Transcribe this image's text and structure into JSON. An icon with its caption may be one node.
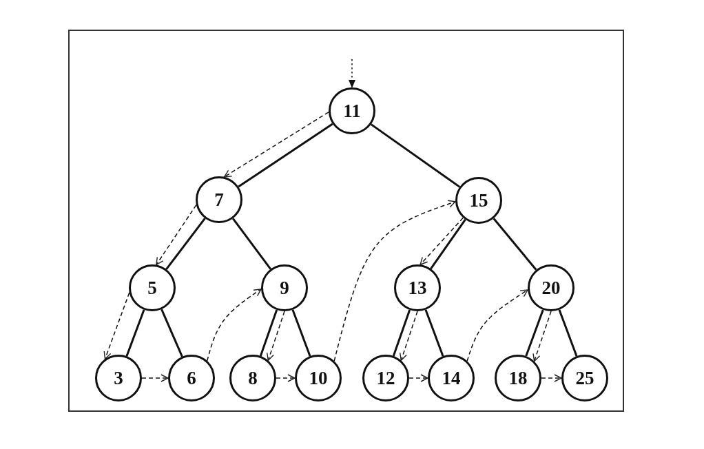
{
  "diagram": {
    "nodes": [
      {
        "text": [
          "11"
        ]
      },
      {
        "text": [
          "7"
        ]
      },
      {
        "text": [
          "15"
        ]
      },
      {
        "text": [
          "5"
        ]
      },
      {
        "text": [
          "9"
        ]
      },
      {
        "text": [
          "13"
        ]
      },
      {
        "text": [
          "20"
        ]
      },
      {
        "text": [
          "3"
        ]
      },
      {
        "text": [
          "6"
        ]
      },
      {
        "text": [
          "8"
        ]
      },
      {
        "text": [
          "10"
        ]
      },
      {
        "text": [
          "12"
        ]
      },
      {
        "text": [
          "14"
        ]
      },
      {
        "text": [
          "18"
        ]
      },
      {
        "text": [
          "25"
        ]
      }
    ],
    "edges": [
      {
        "from": null,
        "to": 0,
        "arrow": "to",
        "style": "dashed"
      },
      {
        "from": 0,
        "to": 1,
        "arrow": "none"
      },
      {
        "from": 0,
        "to": 2,
        "arrow": "none"
      },
      {
        "from": 1,
        "to": 3,
        "arrow": "none"
      },
      {
        "from": 1,
        "to": 4,
        "arrow": "none"
      },
      {
        "from": 2,
        "to": 5,
        "arrow": "none"
      },
      {
        "from": 2,
        "to": 6,
        "arrow": "none"
      },
      {
        "from": 3,
        "to": 7,
        "arrow": "none"
      },
      {
        "from": 3,
        "to": 8,
        "arrow": "none"
      },
      {
        "from": 4,
        "to": 9,
        "arrow": "none"
      },
      {
        "from": 4,
        "to": 10,
        "arrow": "none"
      },
      {
        "from": 5,
        "to": 11,
        "arrow": "none"
      },
      {
        "from": 5,
        "to": 12,
        "arrow": "none"
      },
      {
        "from": 6,
        "to": 13,
        "arrow": "none"
      },
      {
        "from": 6,
        "to": 14,
        "arrow": "none"
      },
      {
        "from": 0,
        "to": 1,
        "arrow": "to",
        "style": "dashed"
      },
      {
        "from": 1,
        "to": 3,
        "arrow": "to",
        "style": "dashed"
      },
      {
        "from": 3,
        "to": 7,
        "arrow": "to",
        "style": "dashed"
      },
      {
        "from": 7,
        "to": 8,
        "arrow": "to",
        "style": "dashed"
      },
      {
        "from": 8,
        "to": 4,
        "arrow": "to",
        "style": "dashed"
      },
      {
        "from": 4,
        "to": 9,
        "arrow": "to",
        "style": "dashed"
      },
      {
        "from": 9,
        "to": 10,
        "arrow": "to",
        "style": "dashed"
      },
      {
        "from": 10,
        "to": 2,
        "arrow": "to",
        "style": "dashed"
      },
      {
        "from": 2,
        "to": 5,
        "arrow": "to",
        "style": "dashed"
      },
      {
        "from": 5,
        "to": 11,
        "arrow": "to",
        "style": "dashed"
      },
      {
        "from": 11,
        "to": 12,
        "arrow": "to",
        "style": "dashed"
      },
      {
        "from": 12,
        "to": 6,
        "arrow": "to",
        "style": "dashed"
      },
      {
        "from": 6,
        "to": 13,
        "arrow": "to",
        "style": "dashed"
      },
      {
        "from": 13,
        "to": 14,
        "arrow": "to",
        "style": "dashed"
      }
    ]
  }
}
